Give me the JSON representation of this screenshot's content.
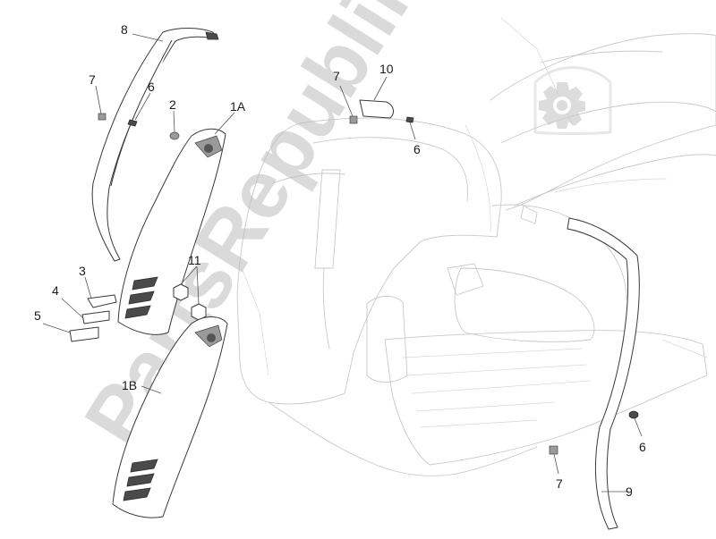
{
  "diagram": {
    "watermark": "PartsRepublik",
    "logo_icon": "gear-icon",
    "callouts": [
      {
        "id": "c-8",
        "label": "8"
      },
      {
        "id": "c-7a",
        "label": "7"
      },
      {
        "id": "c-6a",
        "label": "6"
      },
      {
        "id": "c-2",
        "label": "2"
      },
      {
        "id": "c-1A",
        "label": "1A"
      },
      {
        "id": "c-3",
        "label": "3"
      },
      {
        "id": "c-4",
        "label": "4"
      },
      {
        "id": "c-5",
        "label": "5"
      },
      {
        "id": "c-11",
        "label": "11"
      },
      {
        "id": "c-1B",
        "label": "1B"
      },
      {
        "id": "c-7b",
        "label": "7"
      },
      {
        "id": "c-10",
        "label": "10"
      },
      {
        "id": "c-6b",
        "label": "6"
      },
      {
        "id": "c-6c",
        "label": "6"
      },
      {
        "id": "c-7c",
        "label": "7"
      },
      {
        "id": "c-9",
        "label": "9"
      }
    ]
  }
}
